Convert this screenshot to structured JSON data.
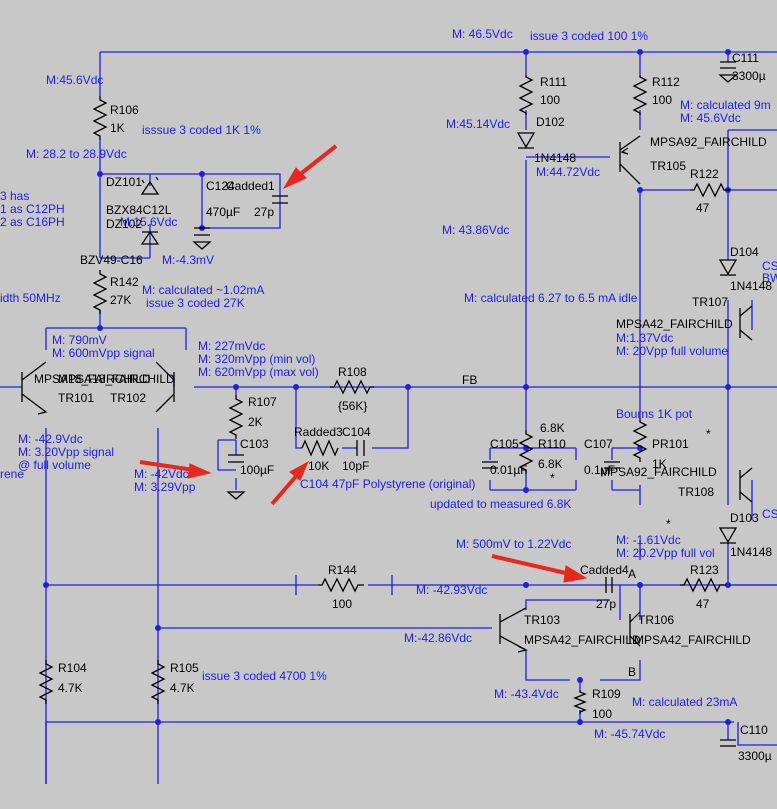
{
  "colors": {
    "background": "#c8c8c8",
    "wire": "#1e1ee6",
    "component": "#000000",
    "arrow": "#e8281e"
  },
  "notes": {
    "n46_5": "M: 46.5Vdc",
    "issue100": "issue 3 coded 100 1%",
    "n45_6": "M:45.6Vdc",
    "issue1k": "isssue 3 coded 1K 1%",
    "n28": "M: 28.2 to 28.9Vdc",
    "has3": "3 has",
    "c12": "1 as C12PH",
    "c16": "2 as C16PH",
    "dz_v": "M:15.6Vdc",
    "m43": "M:-4.3mV",
    "bw": "idth 50MHz",
    "calc1": "M: calculated ~1.02mA",
    "issue27k": "issue 3 coded 27K",
    "m790": "M: 790mV",
    "m600": "M: 600mVpp signal",
    "m227": "M: 227mVdc",
    "m320": "M: 320mVpp (min vol)",
    "m620": "M: 620mVpp (max vol)",
    "m429": "M: -42.9Vdc",
    "m320b": "M: 3.20Vpp signal",
    "full": "@ full volume",
    "rene": "rene",
    "m42": "M: -42Vdc",
    "m329": "M: 3.29Vpp",
    "c104note": "C104 47pF Polystyrene (original)",
    "m4514": "M:45.14Vdc",
    "m4472": "M:44.72Vdc",
    "m456b": "M: 45.6Vdc",
    "calc9": "M: calculated 9m",
    "m4386": "M: 43.86Vdc",
    "idle": "M: calculated 6.27 to 6.5 mA idle",
    "m137": "M:1.37Vdc",
    "m20": "M: 20Vpp full volume",
    "bourns": "Bourns 1K pot",
    "meas68": "updated to measured 6.8K",
    "m500": "M: 500mV to 1.22Vdc",
    "m161": "M: -1.61Vdc",
    "m202": "M: 20.2Vpp full vol",
    "m4293": "M: -42.93Vdc",
    "m4286": "M:-42.86Vdc",
    "m434": "M: -43.4Vdc",
    "calc23": "M: calculated 23mA",
    "issue4700": "issue 3 coded 4700 1%",
    "m4574": "M: -45.74Vdc",
    "fb": "FB",
    "cs1": "CS",
    "bw2": "BW",
    "cs2": "CS",
    "star1": "*",
    "star2": "*",
    "star3": "*"
  },
  "components": {
    "r106": {
      "ref": "R106",
      "val": "1K"
    },
    "r111": {
      "ref": "R111",
      "val": "100"
    },
    "r112": {
      "ref": "R112",
      "val": "100"
    },
    "c111": {
      "ref": "C111",
      "val": "3300µ"
    },
    "d102": {
      "ref": "D102",
      "val": "1N4148"
    },
    "dz101": {
      "ref": "DZ101",
      "val": "BZX84C12L"
    },
    "dz102": {
      "ref": "DZ102",
      "val": "BZV49-C16"
    },
    "c124": {
      "ref": "C124",
      "val": "470µF"
    },
    "cadded1": {
      "ref": "Cadded1",
      "val": "27p"
    },
    "r142": {
      "ref": "R142",
      "val": "27K"
    },
    "tr105": {
      "ref": "TR105",
      "part": "MPSA92_FAIRCHILD"
    },
    "r122": {
      "ref": "R122",
      "val": "47"
    },
    "d104": {
      "ref": "D104",
      "val": "1N4148"
    },
    "tr107": {
      "ref": "TR107",
      "part": "MPSA42_FAIRCHILD"
    },
    "tr101": {
      "ref": "TR101",
      "part": "MPSA18_FAIRCHILD"
    },
    "tr102": {
      "ref": "TR102",
      "part": "MPSA18_FAIRCHILD"
    },
    "r107": {
      "ref": "R107",
      "val": "2K"
    },
    "c103": {
      "ref": "C103",
      "val": "100µF"
    },
    "r108": {
      "ref": "R108",
      "val": "{56K}"
    },
    "radded3": {
      "ref": "Radded3",
      "val": "10K"
    },
    "c104": {
      "ref": "C104",
      "val": "10pF"
    },
    "c105": {
      "ref": "C105",
      "val": "0.01µF"
    },
    "r110": {
      "ref": "R110",
      "val": "6.8K",
      "note": "6.8K"
    },
    "c107": {
      "ref": "C107",
      "val": "0.1µF"
    },
    "pr101": {
      "ref": "PR101",
      "val": "1K"
    },
    "tr108": {
      "ref": "TR108",
      "part": "MPSA92_FAIRCHILD"
    },
    "d103": {
      "ref": "D103",
      "val": "1N4148"
    },
    "r144": {
      "ref": "R144",
      "val": "100"
    },
    "cadded4": {
      "ref": "Cadded4",
      "val": "27p"
    },
    "r123": {
      "ref": "R123",
      "val": "47"
    },
    "tr103": {
      "ref": "TR103",
      "part": "MPSA42_FAIRCHILD"
    },
    "tr106": {
      "ref": "TR106",
      "part": "MPSA42_FAIRCHILD"
    },
    "r104": {
      "ref": "R104",
      "val": "4.7K"
    },
    "r105": {
      "ref": "R105",
      "val": "4.7K"
    },
    "r109": {
      "ref": "R109",
      "val": "100"
    },
    "c110": {
      "ref": "C110",
      "val": "3300µ"
    },
    "pinA": "A",
    "pinB": "B"
  }
}
